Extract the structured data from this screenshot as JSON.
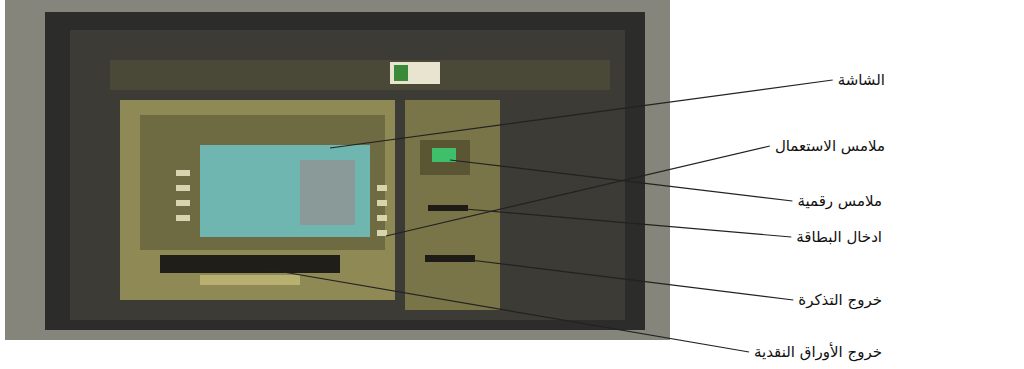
{
  "diagram": {
    "labels": [
      "الشاشة",
      "ملامس الاستعمال",
      "ملامس رقمية",
      "ادخال البطاقة",
      "خروج التذكرة",
      "خروج الأوراق النقدية"
    ]
  }
}
